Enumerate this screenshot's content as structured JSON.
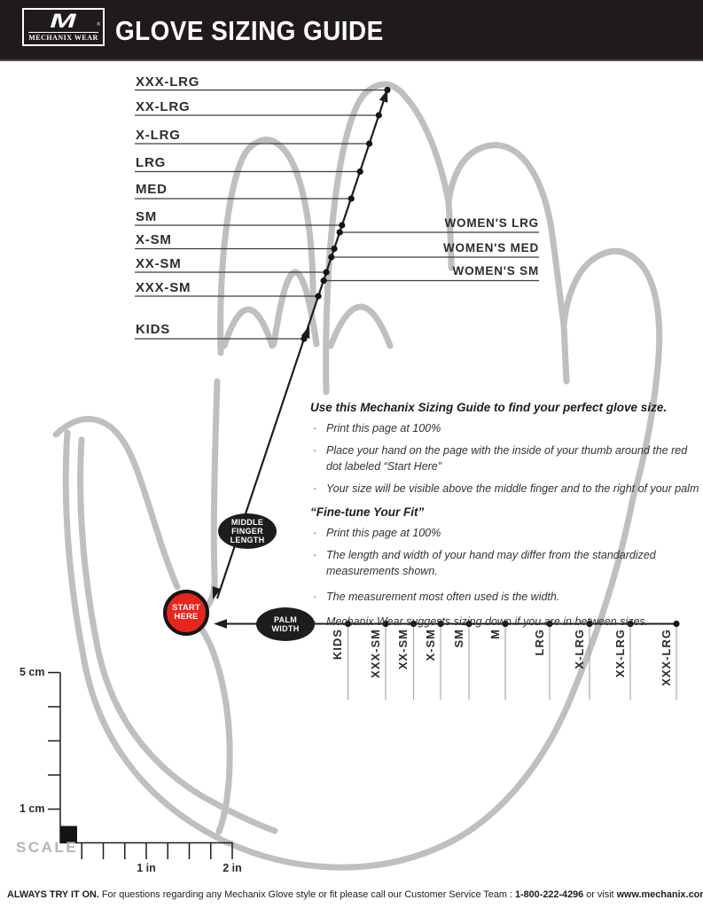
{
  "header": {
    "title": "GLOVE SIZING GUIDE",
    "logo": {
      "mark": "M",
      "registered": "®",
      "brand": "MECHANIX WEAR"
    }
  },
  "sizes_left": [
    "XXX-LRG",
    "XX-LRG",
    "X-LRG",
    "LRG",
    "MED",
    "SM",
    "X-SM",
    "XX-SM",
    "XXX-SM",
    "KIDS"
  ],
  "sizes_women": [
    "WOMEN'S LRG",
    "WOMEN'S MED",
    "WOMEN'S SM"
  ],
  "callouts": {
    "middle_finger": [
      "MIDDLE",
      "FINGER",
      "LENGTH"
    ],
    "start_here": [
      "START",
      "HERE"
    ],
    "palm_width": [
      "PALM",
      "WIDTH"
    ]
  },
  "palm_axis": [
    "KIDS",
    "XXX-SM",
    "XX-SM",
    "X-SM",
    "SM",
    "M",
    "LRG",
    "X-LRG",
    "XX-LRG",
    "XXX-LRG"
  ],
  "instructions": {
    "intro_title": "Use this Mechanix Sizing Guide to find your perfect glove size.",
    "intro_bullets": [
      "Print this page at 100%",
      "Place your hand on the page with the inside of your thumb around the red dot labeled “Start Here”",
      "Your size will be visible above the middle finger and to the right of your palm"
    ],
    "fit_title": "“Fine-tune Your Fit”",
    "fit_bullets": [
      "Print this page at 100%",
      "The length and width of your hand may differ from the standardized measurements shown.",
      "The measurement most often used is the width.",
      "Mechanix Wear suggests sizing down if you are in between sizes."
    ],
    "bullet_glyph": "·"
  },
  "scale": {
    "cm_top": "5 cm",
    "cm_bottom": "1 cm",
    "inch_1": "1 in",
    "inch_2": "2 in",
    "label": "SCALE"
  },
  "footer": {
    "bold_lead": "ALWAYS TRY IT ON.",
    "body": " For questions regarding any Mechanix Glove style or fit please call our Customer Service Team : ",
    "phone": "1-800-222-4296",
    "middle": " or visit ",
    "site": "www.mechanix.com"
  },
  "colors": {
    "accent_red": "#e8251d",
    "ink": "#1d1d1d",
    "hand_gray": "#bfbfbf"
  }
}
